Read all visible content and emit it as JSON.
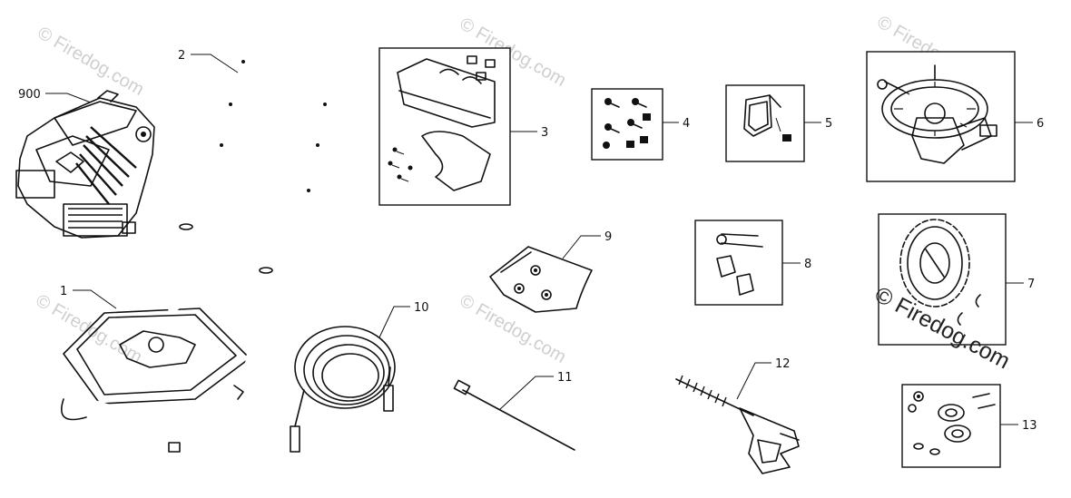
{
  "watermark": {
    "text": "© Firedog.com",
    "symbol": "©"
  },
  "callouts": {
    "engine": "900",
    "frame": "1",
    "handle": "2",
    "bracket_kit": "3",
    "bolt_kit": "4",
    "clip_kit": "5",
    "pump": "6",
    "wheel": "7",
    "axle_kit": "8",
    "hardware_bag": "9",
    "hose": "10",
    "wand": "11",
    "gun": "12",
    "wheel_kit": "13"
  }
}
